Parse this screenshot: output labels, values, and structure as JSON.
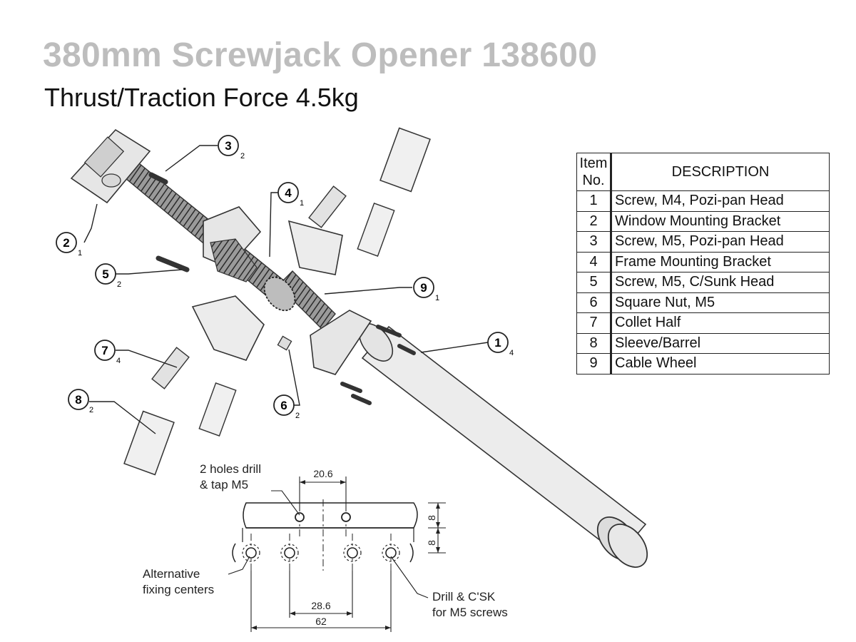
{
  "title": "380mm Screwjack Opener 138600",
  "subtitle": "Thrust/Traction Force 4.5kg",
  "parts_table": {
    "header_item": "Item No.",
    "header_description": "DESCRIPTION",
    "rows": [
      {
        "item": "1",
        "description": "Screw, M4, Pozi-pan Head"
      },
      {
        "item": "2",
        "description": "Window Mounting Bracket"
      },
      {
        "item": "3",
        "description": "Screw, M5, Pozi-pan Head"
      },
      {
        "item": "4",
        "description": "Frame Mounting Bracket"
      },
      {
        "item": "5",
        "description": "Screw, M5, C/Sunk Head"
      },
      {
        "item": "6",
        "description": "Square Nut, M5"
      },
      {
        "item": "7",
        "description": "Collet Half"
      },
      {
        "item": "8",
        "description": "Sleeve/Barrel"
      },
      {
        "item": "9",
        "description": "Cable Wheel"
      }
    ]
  },
  "callouts": [
    {
      "item": "1",
      "qty": "4"
    },
    {
      "item": "2",
      "qty": "1"
    },
    {
      "item": "3",
      "qty": "2"
    },
    {
      "item": "4",
      "qty": "1"
    },
    {
      "item": "5",
      "qty": "2"
    },
    {
      "item": "6",
      "qty": "2"
    },
    {
      "item": "7",
      "qty": "4"
    },
    {
      "item": "8",
      "qty": "2"
    },
    {
      "item": "9",
      "qty": "1"
    }
  ],
  "drilling": {
    "note_holes_line1": "2 holes drill",
    "note_holes_line2": "& tap M5",
    "note_alt_line1": "Alternative",
    "note_alt_line2": "fixing centers",
    "note_csk_line1": "Drill & C'SK",
    "note_csk_line2": "for M5 screws",
    "dim_hole_spacing": "20.6",
    "dim_inner_spacing": "28.6",
    "dim_outer_spacing": "62",
    "dim_edge_top": "8",
    "dim_edge_bottom": "8"
  }
}
